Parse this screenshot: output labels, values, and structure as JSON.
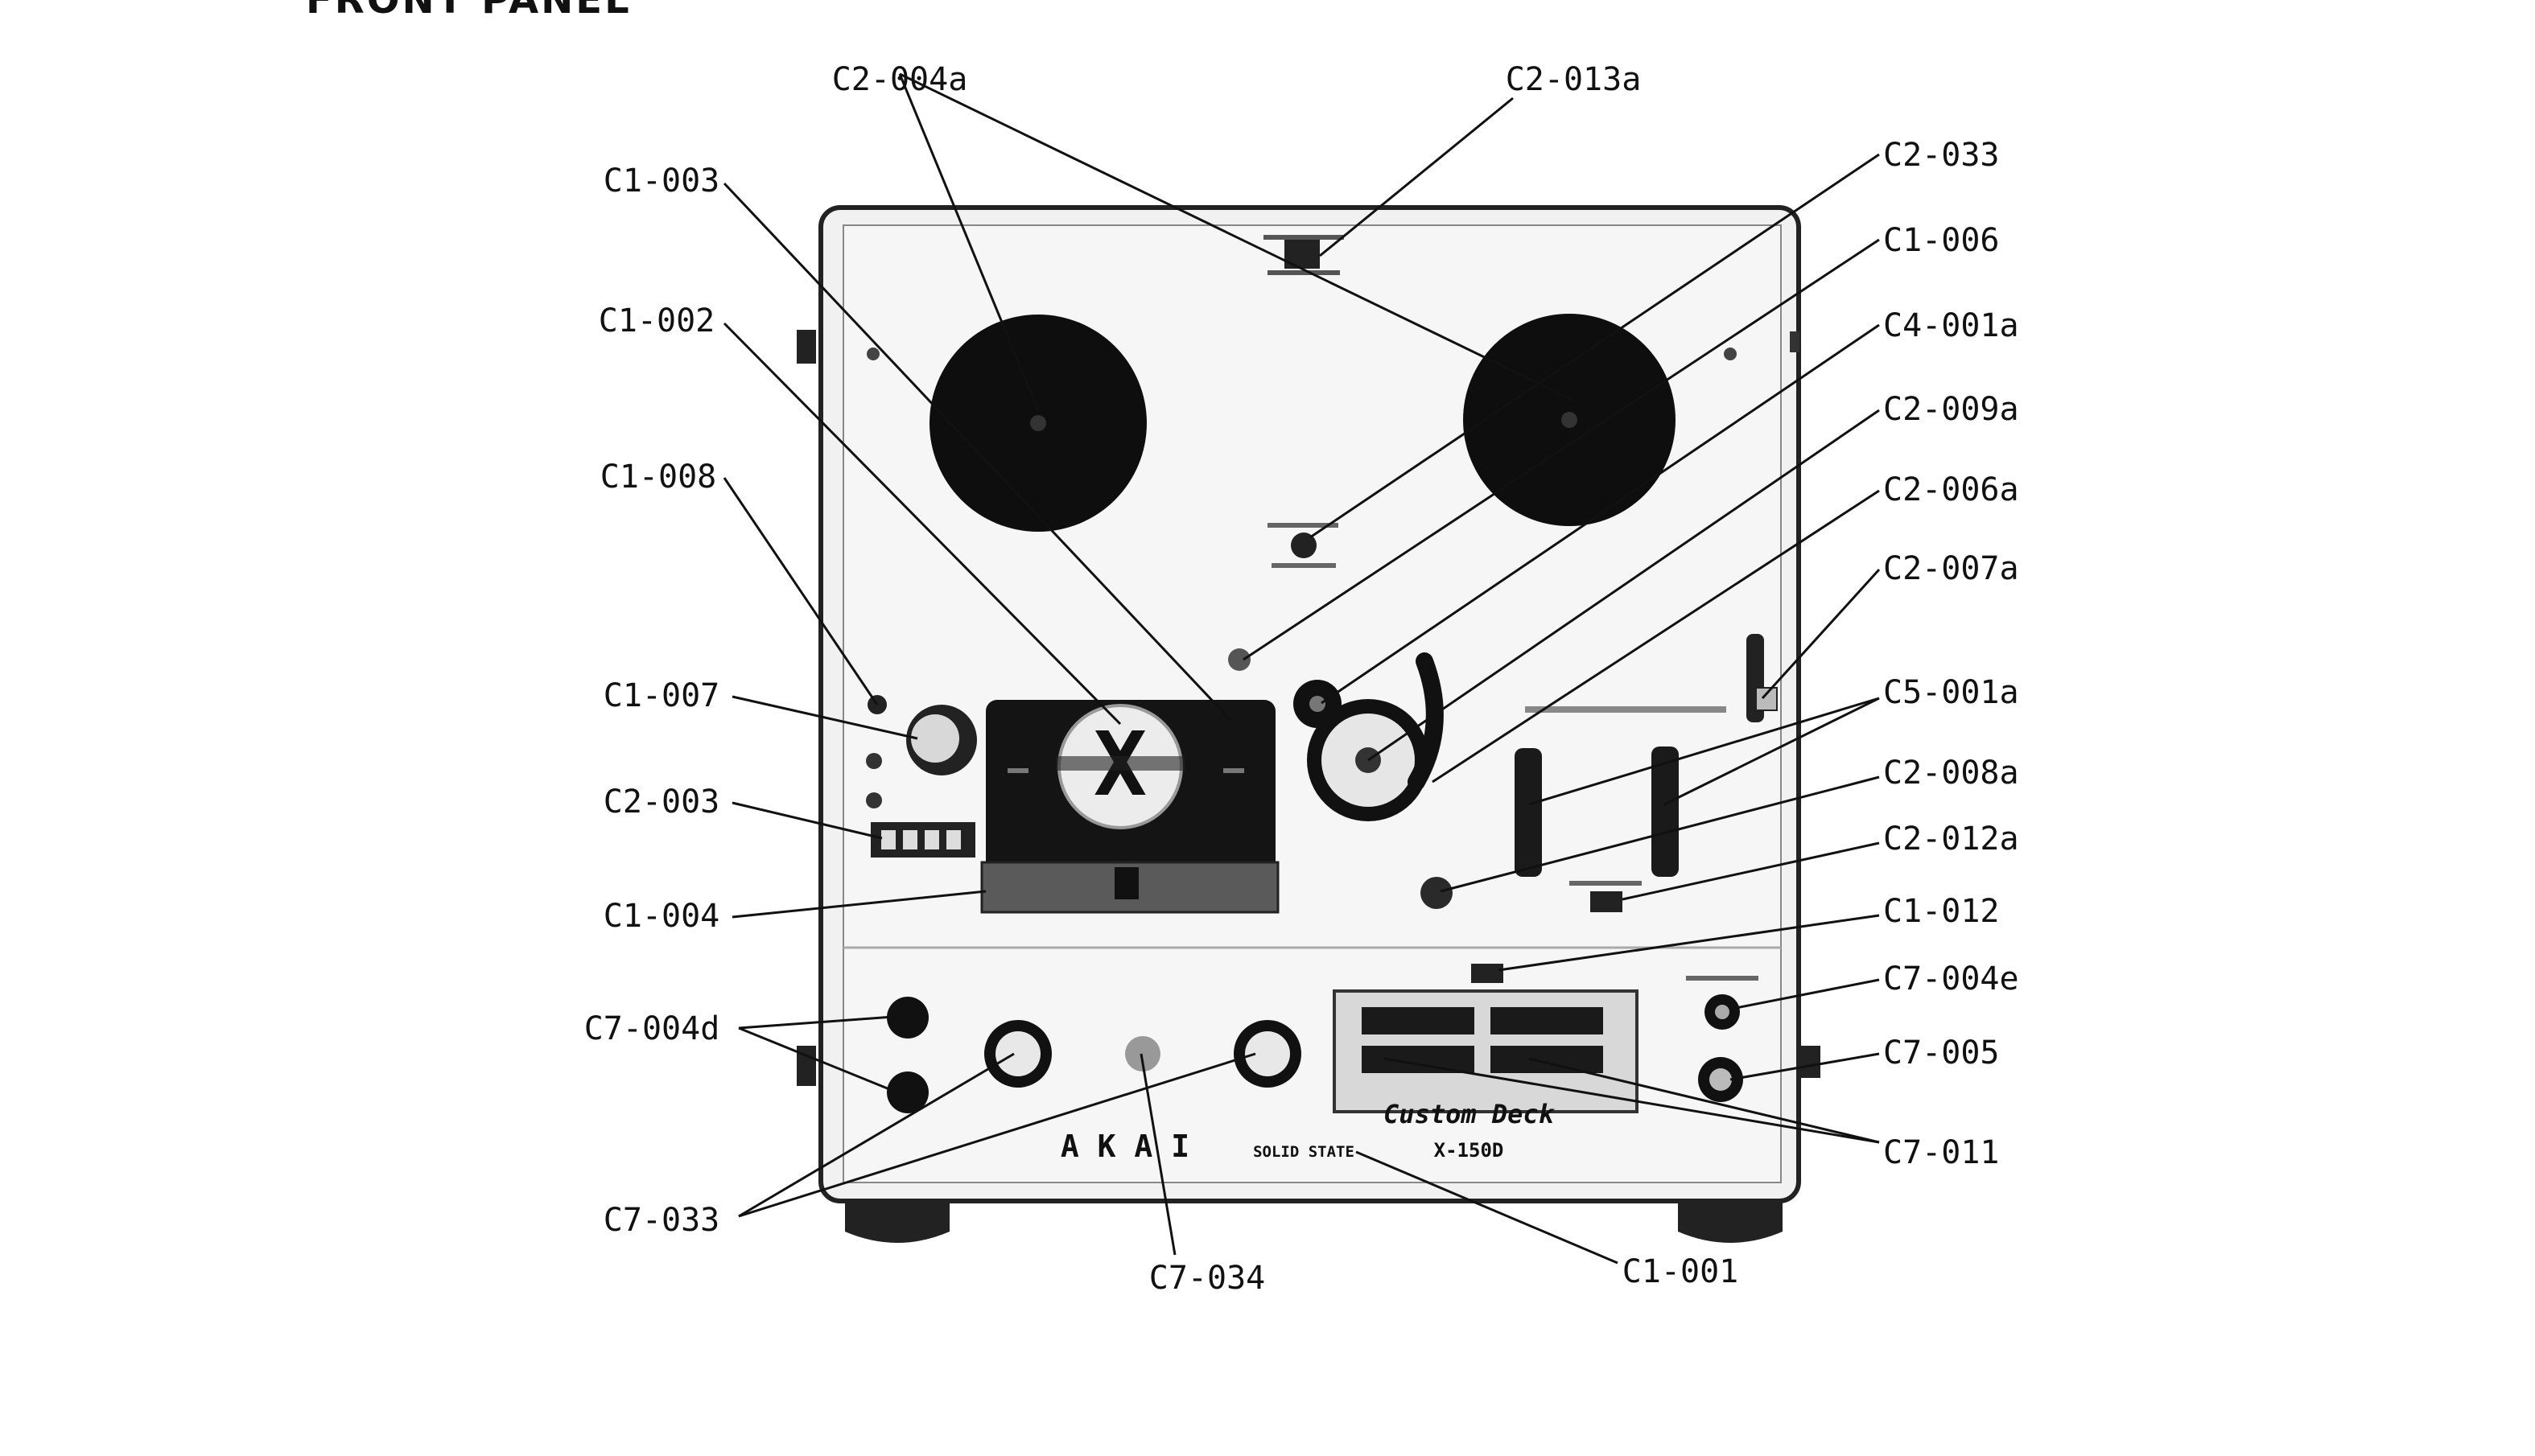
{
  "page_title": "FRONT PANEL",
  "device": {
    "brand": "A K A I",
    "subtitle": "SOLID STATE",
    "model_script": "Custom Deck",
    "model_number": "X-150D",
    "reel_hub_letter": "X"
  },
  "callouts": [
    {
      "id": "c2-004a",
      "label": "C2-004a"
    },
    {
      "id": "c2-013a",
      "label": "C2-013a"
    },
    {
      "id": "c1-003",
      "label": "C1-003"
    },
    {
      "id": "c2-033",
      "label": "C2-033"
    },
    {
      "id": "c1-006",
      "label": "C1-006"
    },
    {
      "id": "c1-002",
      "label": "C1-002"
    },
    {
      "id": "c4-001a",
      "label": "C4-001a"
    },
    {
      "id": "c2-009a",
      "label": "C2-009a"
    },
    {
      "id": "c1-008",
      "label": "C1-008"
    },
    {
      "id": "c2-006a",
      "label": "C2-006a"
    },
    {
      "id": "c2-007a",
      "label": "C2-007a"
    },
    {
      "id": "c1-007",
      "label": "C1-007"
    },
    {
      "id": "c5-001a",
      "label": "C5-001a"
    },
    {
      "id": "c2-008a",
      "label": "C2-008a"
    },
    {
      "id": "c2-003",
      "label": "C2-003"
    },
    {
      "id": "c2-012a",
      "label": "C2-012a"
    },
    {
      "id": "c1-004",
      "label": "C1-004"
    },
    {
      "id": "c1-012",
      "label": "C1-012"
    },
    {
      "id": "c7-004e",
      "label": "C7-004e"
    },
    {
      "id": "c7-004d",
      "label": "C7-004d"
    },
    {
      "id": "c7-005",
      "label": "C7-005"
    },
    {
      "id": "c7-011",
      "label": "C7-011"
    },
    {
      "id": "c7-033",
      "label": "C7-033"
    },
    {
      "id": "c7-034",
      "label": "C7-034"
    },
    {
      "id": "c1-001",
      "label": "C1-001"
    }
  ]
}
